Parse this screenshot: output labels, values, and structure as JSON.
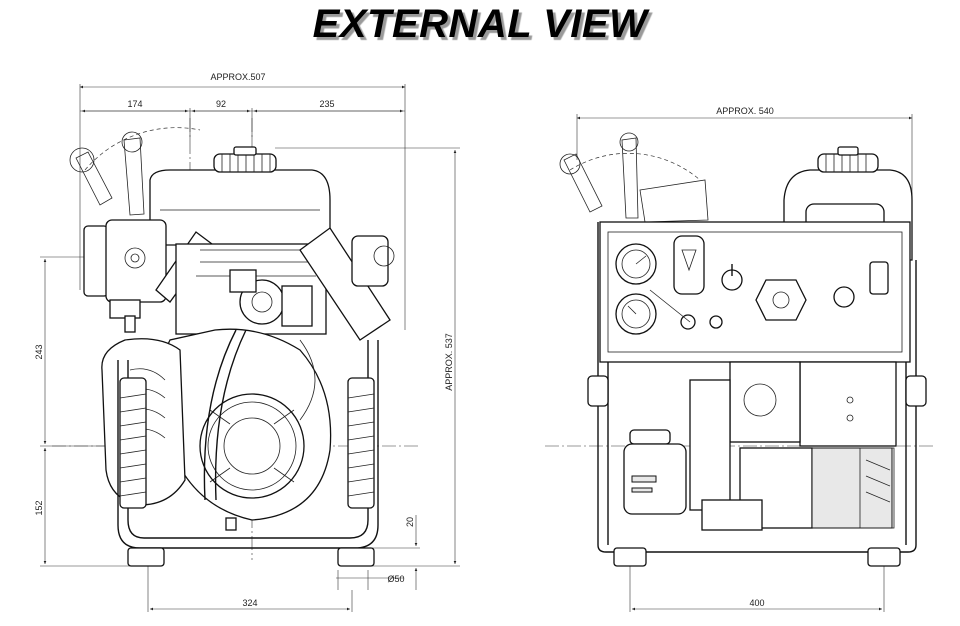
{
  "title": "EXTERNAL VIEW",
  "front_view": {
    "overall_width": "APPROX.507",
    "dim_left": "174",
    "dim_middle": "92",
    "dim_right": "235",
    "overall_height": "APPROX. 537",
    "dim_center_height": "243",
    "dim_lower_height": "152",
    "dim_foot_height": "20",
    "dim_foot_diameter": "Ø50",
    "dim_foot_spacing": "324"
  },
  "side_view": {
    "overall_width": "APPROX. 540",
    "dim_foot_spacing": "400"
  }
}
